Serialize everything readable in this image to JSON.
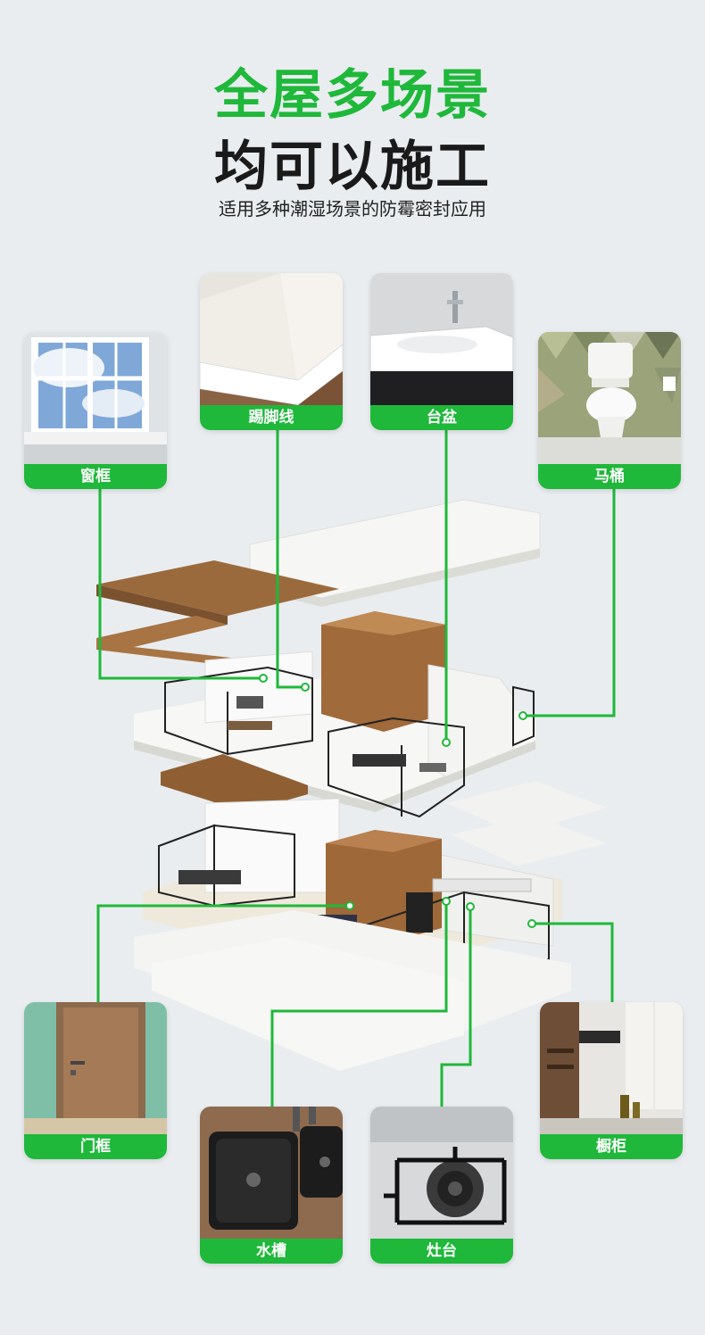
{
  "header": {
    "title_line1": "全屋多场景",
    "title_line2": "均可以施工",
    "subtitle": "适用多种潮湿场景的防霉密封应用"
  },
  "colors": {
    "accent": "#1fb83a",
    "background": "#e9edf0",
    "title_dark": "#1a1a1a"
  },
  "scenes": {
    "window_frame": "窗框",
    "baseboard": "踢脚线",
    "basin": "台盆",
    "toilet": "马桶",
    "door_frame": "门框",
    "sink": "水槽",
    "stove": "灶台",
    "cabinet": "橱柜"
  }
}
